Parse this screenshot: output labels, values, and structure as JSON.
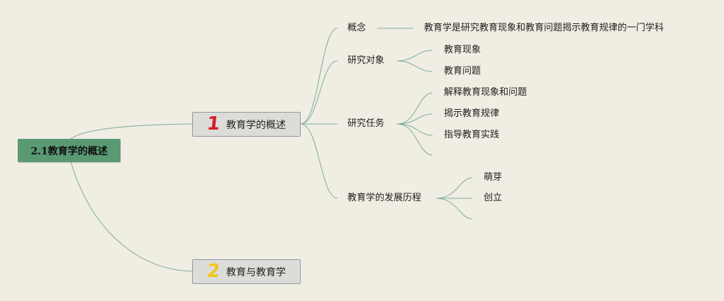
{
  "root": {
    "label": "2.1教育学的概述"
  },
  "topics": [
    {
      "number": "1",
      "label": "教育学的概述",
      "branches": [
        {
          "label": "概念",
          "children": [
            "教育学是研究教育现象和教育问题揭示教育规律的一门学科"
          ]
        },
        {
          "label": "研究对象",
          "children": [
            "教育现象",
            "教育问题"
          ]
        },
        {
          "label": "研究任务",
          "children": [
            "解释教育现象和问题",
            "揭示教育规律",
            "指导教育实践",
            ""
          ]
        },
        {
          "label": "教育学的发展历程",
          "children": [
            "萌芽",
            "创立",
            ""
          ]
        }
      ]
    },
    {
      "number": "2",
      "label": "教育与教育学",
      "branches": []
    }
  ],
  "colors": {
    "background": "#f0ede3",
    "root_fill": "#5a9a73",
    "topic_fill": "#dcdcd8",
    "connector": "#7fae98",
    "number_1": "#d21f27",
    "number_2": "#f2c41c"
  }
}
